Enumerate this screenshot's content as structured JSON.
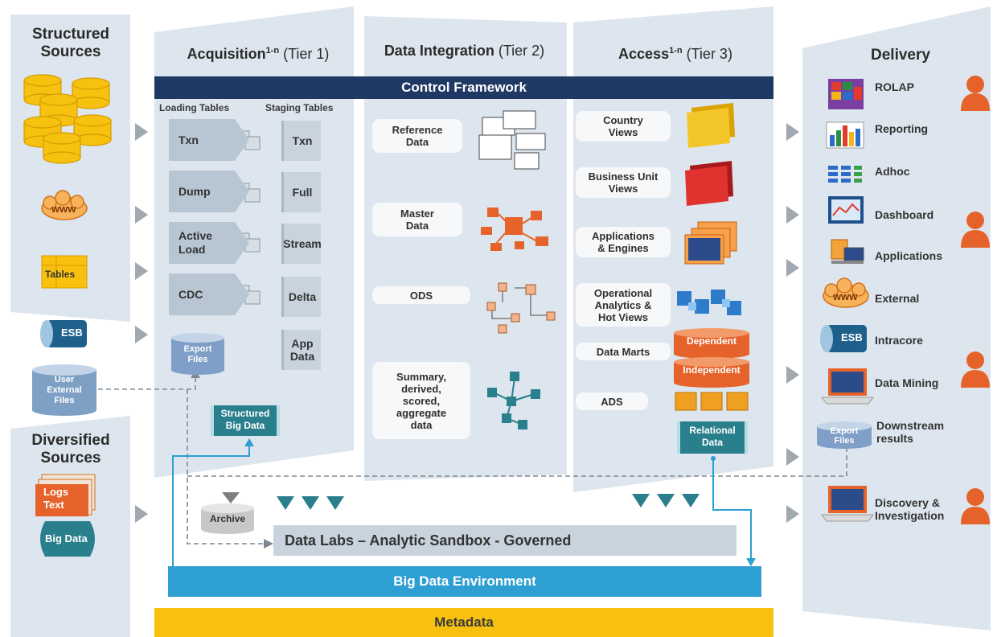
{
  "columns": {
    "structured_sources": "Structured\nSources",
    "acquisition": {
      "name": "Acquisition",
      "sup": "1-n",
      "tier": "(Tier 1)"
    },
    "integration": {
      "name": "Data Integration",
      "tier": "(Tier 2)"
    },
    "access": {
      "name": "Access",
      "sup": "1-n",
      "tier": "(Tier 3)"
    },
    "delivery": "Delivery",
    "diversified_sources": "Diversified\nSources"
  },
  "control_framework": "Control Framework",
  "sources": {
    "www": "www",
    "tables": "Tables",
    "esb": "ESB",
    "user_external": "User\nExternal\nFiles",
    "logs_text": "Logs\nText",
    "big_data": "Big Data"
  },
  "acquisition": {
    "loading_header": "Loading Tables",
    "staging_header": "Staging Tables",
    "loading": [
      "Txn",
      "Dump",
      "Active\nLoad",
      "CDC"
    ],
    "staging": [
      "Txn",
      "Full",
      "Stream",
      "Delta",
      "App\nData"
    ],
    "export_files": "Export\nFiles",
    "structured_big_data": "Structured\nBig Data"
  },
  "integration": [
    "Reference\nData",
    "Master\nData",
    "ODS",
    "Summary,\nderived,\nscored,\naggregate\ndata"
  ],
  "access": {
    "items": [
      "Country\nViews",
      "Business Unit\nViews",
      "Applications\n& Engines",
      "Operational\nAnalytics &\nHot Views",
      "Data Marts",
      "ADS"
    ],
    "dependent": "Dependent",
    "independent": "Independent",
    "relational": "Relational\nData"
  },
  "delivery": [
    "ROLAP",
    "Reporting",
    "Adhoc",
    "Dashboard",
    "Applications",
    "External",
    "Intracore",
    "Data Mining",
    "Downstream\nresults",
    "Discovery &\nInvestigation"
  ],
  "delivery_export": "Export\nFiles",
  "delivery_www": "www",
  "delivery_esb": "ESB",
  "archive": "Archive",
  "data_labs": "Data Labs – Analytic Sandbox - Governed",
  "big_data_env": "Big Data Environment",
  "metadata": "Metadata",
  "colors": {
    "panel": "#dde6ee",
    "navy": "#203864",
    "blue": "#2e9fd2",
    "gold": "#f9c10f",
    "orange": "#e5632a",
    "teal": "#2a7f8c"
  }
}
